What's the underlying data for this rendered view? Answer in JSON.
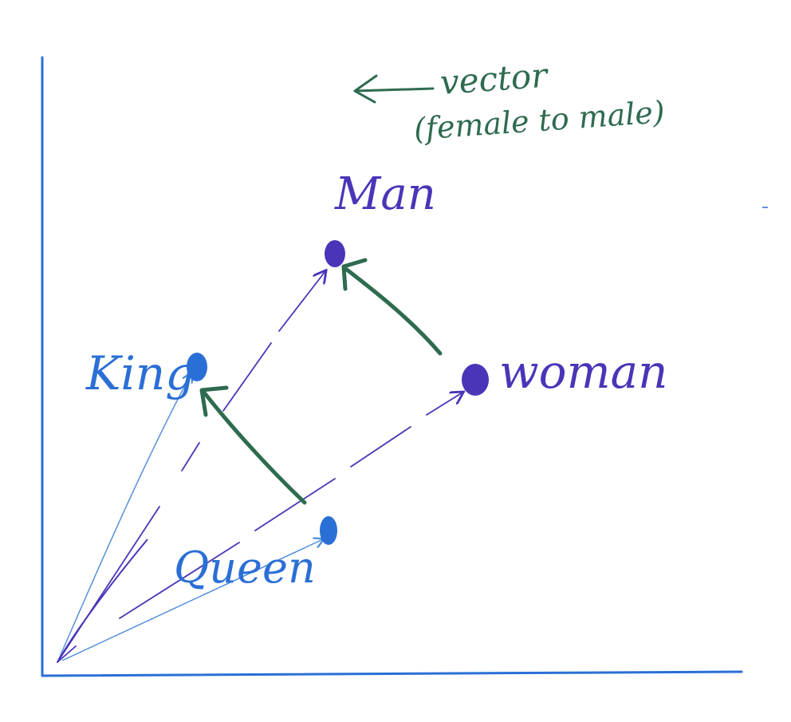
{
  "annotation": {
    "arrow_label": "vector",
    "arrow_sublabel": "(female to male)",
    "color": "#2e6b4f"
  },
  "points": [
    {
      "id": "man",
      "label": "Man",
      "color": "#4a35b8"
    },
    {
      "id": "woman",
      "label": "woman",
      "color": "#4a35b8"
    },
    {
      "id": "king",
      "label": "King",
      "color": "#2a6fd6"
    },
    {
      "id": "queen",
      "label": "Queen",
      "color": "#2a6fd6"
    }
  ],
  "colors": {
    "axes": "#2a6fd6",
    "vector_purple": "#4a35b8",
    "vector_blue": "#4a8ad8",
    "gender_arrow": "#2e6b4f"
  }
}
